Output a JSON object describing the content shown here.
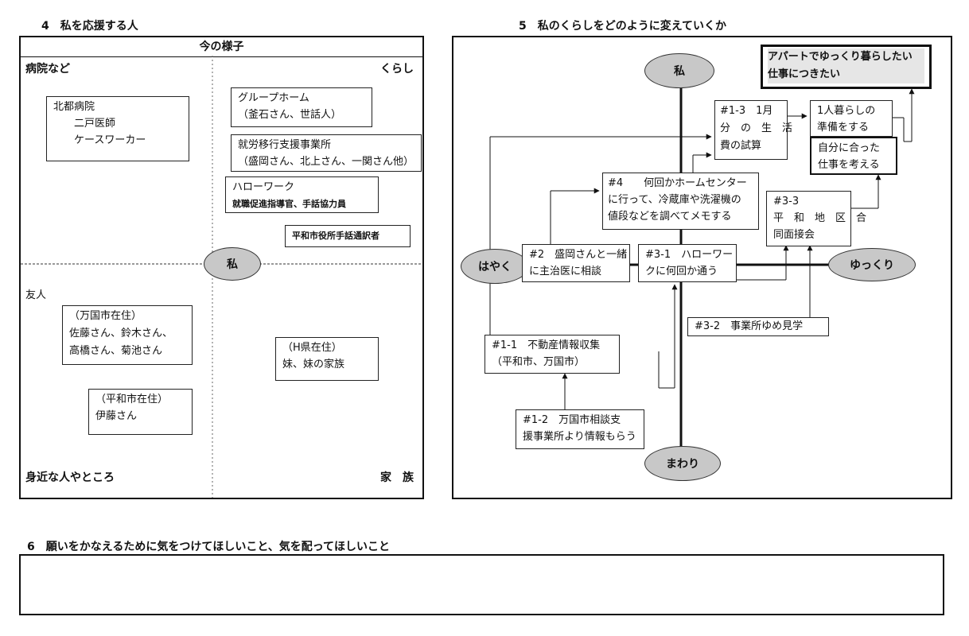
{
  "section4": {
    "heading": "4　私を応援する人",
    "top_label": "今の様子",
    "corners": {
      "top_left": "病院など",
      "top_right": "くらし",
      "bottom_left": "身近な人やところ",
      "bottom_right": "家　族"
    },
    "center": "私",
    "friend_label": "友人",
    "boxes": {
      "hospital": [
        "北都病院",
        "　　二戸医師",
        "　　ケースワーカー"
      ],
      "group_home": [
        "グループホーム",
        "（釜石さん、世話人）"
      ],
      "employment": [
        "就労移行支援事業所",
        "（盛岡さん、北上さん、一関さん他）"
      ],
      "hello_work_title": "ハローワーク",
      "hello_work_sub": "就職促進指導官、手話協力員",
      "interpreter": "平和市役所手話通訳者",
      "friends_bankoku": [
        "（万国市在住）",
        "佐藤さん、鈴木さん、",
        "高橋さん、菊池さん"
      ],
      "friend_heiwa": [
        "（平和市在住）",
        "伊藤さん"
      ],
      "family": [
        "（H県在住）",
        "妹、妹の家族"
      ]
    }
  },
  "section5": {
    "heading": "5　私のくらしをどのように変えていくか",
    "axis": {
      "top": "私",
      "bottom": "まわり",
      "left": "はやく",
      "right": "ゆっくり"
    },
    "goal": [
      "アパートでゆっくり暮らしたい",
      "仕事につきたい"
    ],
    "boxes": {
      "b13": [
        "#1-3　1月",
        "分　の　生　活",
        "費の試算"
      ],
      "alone": [
        "1人暮らしの",
        "準備をする"
      ],
      "job": [
        "自分に合った",
        "仕事を考える"
      ],
      "b4": [
        "#4　　何回かホームセンター",
        "に行って、冷蔵庫や洗濯機の",
        "値段などを調べてメモする"
      ],
      "b33": [
        "#3-3",
        "平　和　地　区　合",
        "同面接会"
      ],
      "b2": [
        "#2　盛岡さんと一緒",
        "に主治医に相談"
      ],
      "b31": [
        "#3-1　ハローワー",
        "クに何回か通う"
      ],
      "b32": "#3-2　事業所ゆめ見学",
      "b11": [
        "#1-1　不動産情報収集",
        "（平和市、万国市）"
      ],
      "b12": [
        "#1-2　万国市相談支",
        "援事業所より情報もらう"
      ]
    }
  },
  "section6": {
    "heading": "6　願いをかなえるために気をつけてほしいこと、気を配ってほしいこと",
    "content": ""
  }
}
